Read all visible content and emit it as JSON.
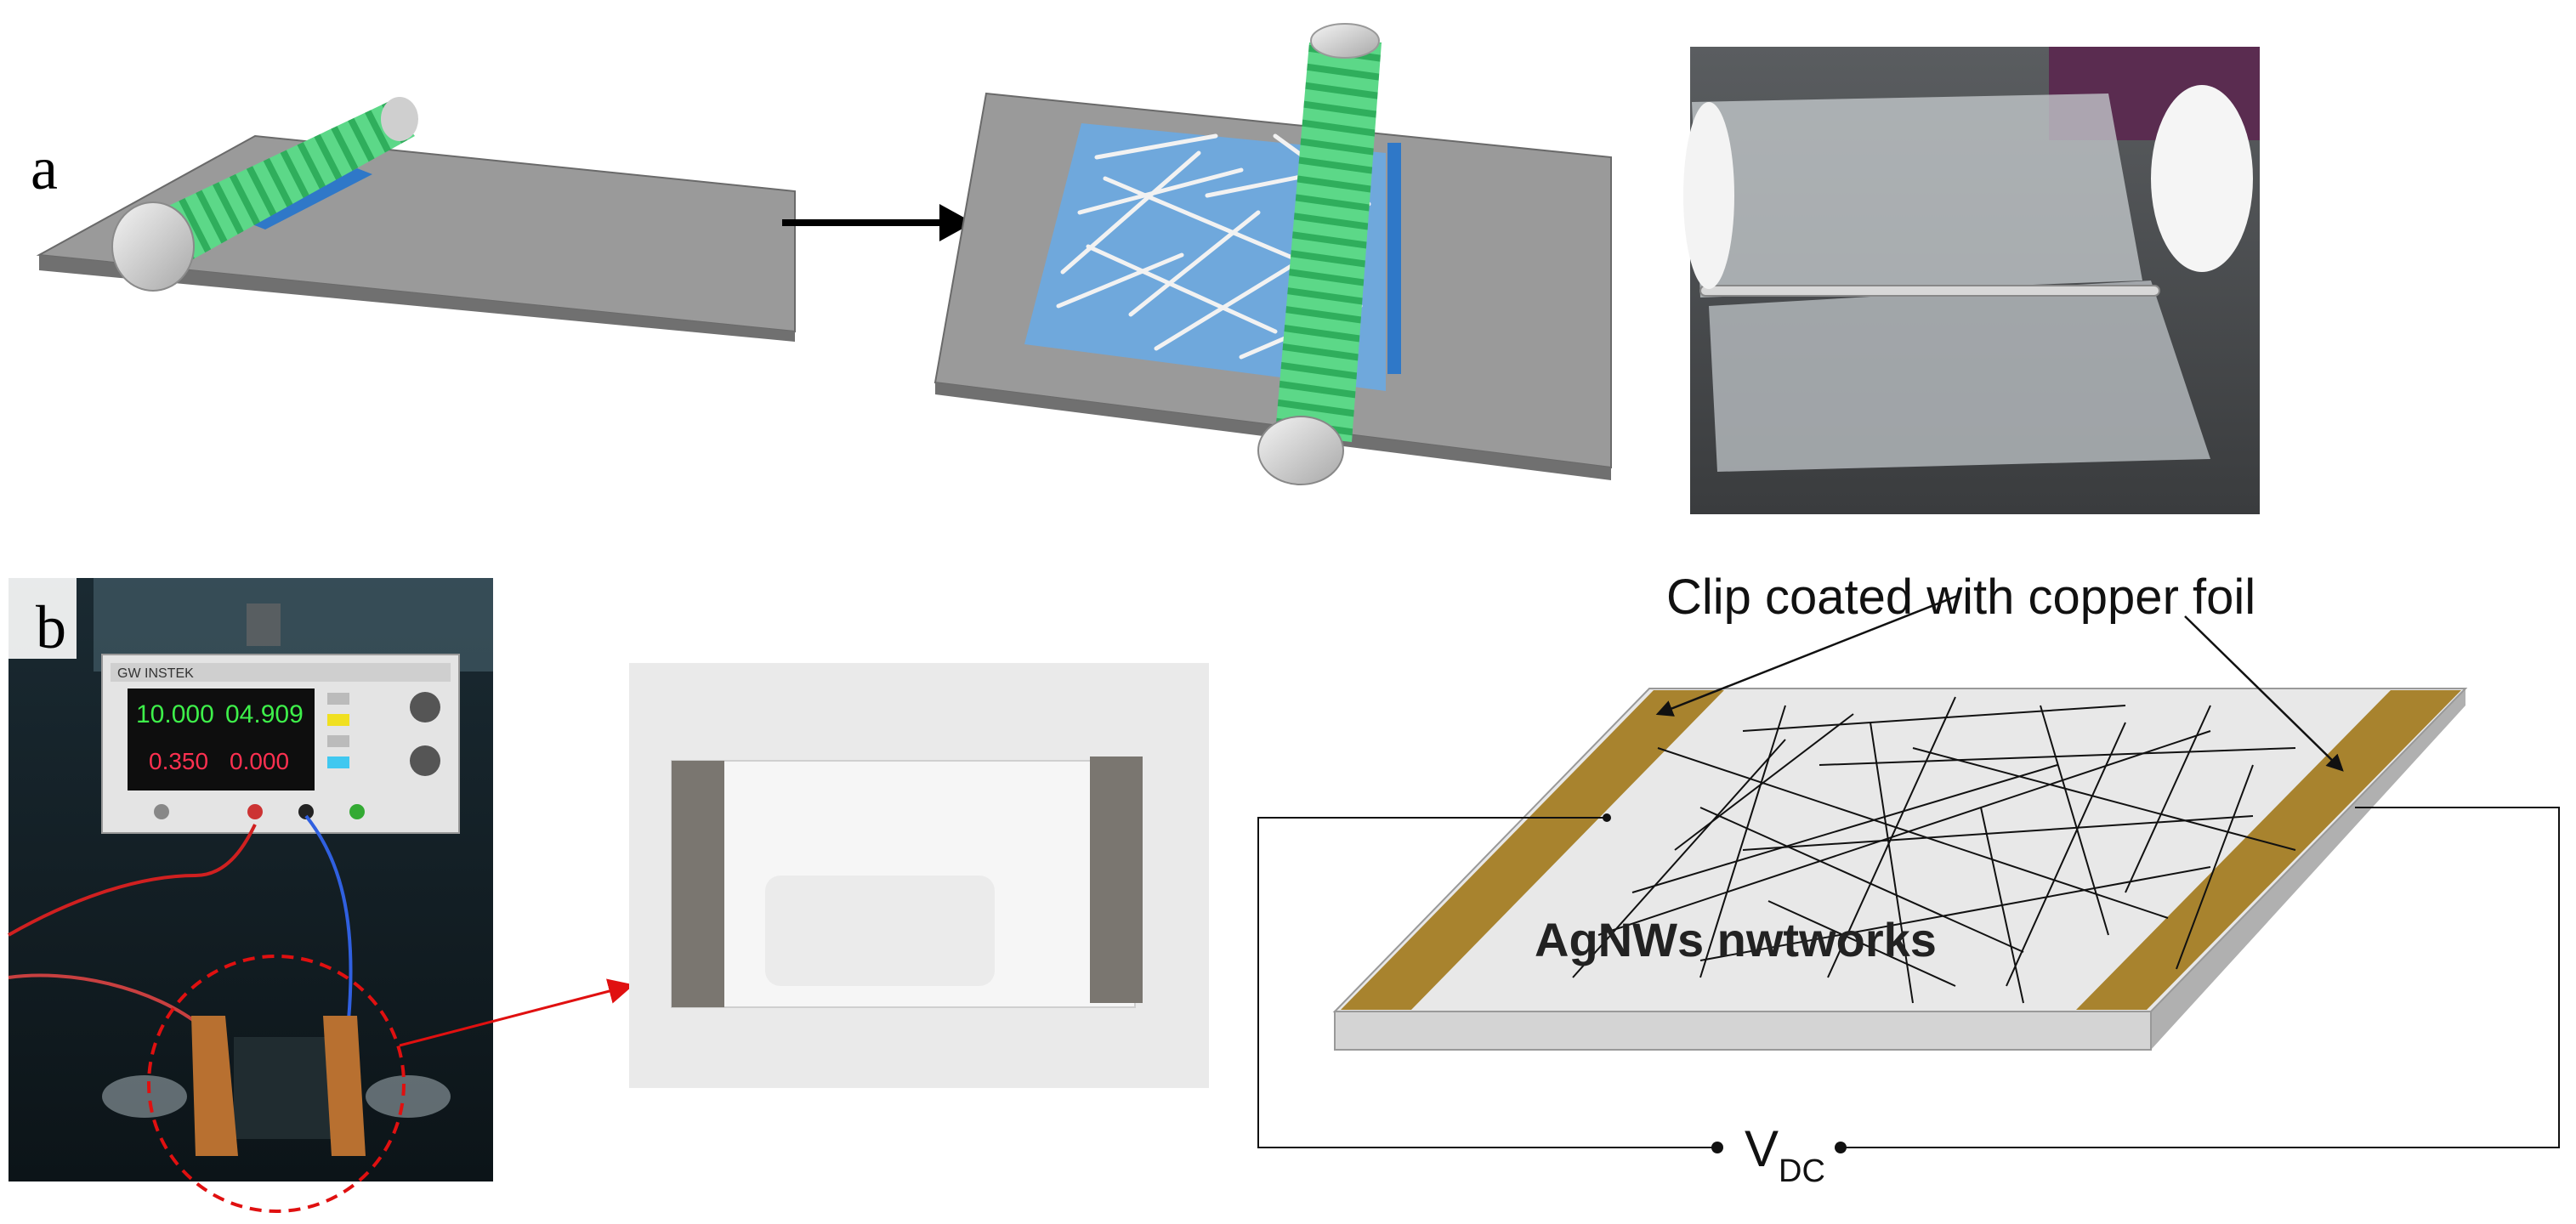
{
  "panel_a": {
    "label": "a"
  },
  "panel_b": {
    "label": "b"
  },
  "power_supply": {
    "brand": "GW INSTEK",
    "voltage_ch1": "10.000",
    "voltage_ch2": "04.909",
    "current_ch1": "0.350",
    "current_ch2": "0.000"
  },
  "schematic": {
    "clip_label": "Clip coated with copper foil",
    "network_label": "AgNWs nwtworks",
    "voltage_symbol": "V",
    "voltage_subscript": "DC"
  },
  "colors": {
    "substrate_top": "#9a9a9a",
    "substrate_front": "#7a7a7a",
    "rod_green": "#3cc06a",
    "film_blue": "#6fa8dc",
    "copper_strip": "#a8832e",
    "arrow_red": "#e01010"
  }
}
